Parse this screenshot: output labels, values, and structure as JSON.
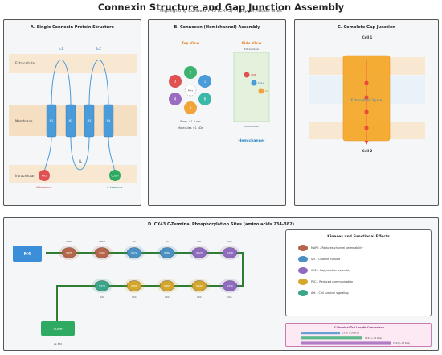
{
  "header": {
    "title": "Connexin Structure and Gap Junction Assembly",
    "subtitle": "Highlighting Connexin-43 (CX43) Phosphorylation Sites"
  },
  "panel_a": {
    "title": "A. Single Connexin Protein Structure",
    "extracellular": "Extracellular",
    "membrane": "Membrane",
    "intracellular": "Intracellular",
    "e1": "E1",
    "e2": "E2",
    "il": "IL",
    "helices": [
      "M1",
      "M2",
      "M3",
      "M4"
    ],
    "n_term": "N-terminus",
    "c_term": "C-terminus",
    "nh2": "NH2",
    "cooh": "COOH",
    "colors": {
      "helix": "#4a9bd9",
      "n_term": "#e05252",
      "c_term": "#2eaa63",
      "band_extra": "#f8e8d2",
      "band_membrane": "#f5dfc2"
    }
  },
  "panel_b": {
    "title": "B. Connexon (Hemichannel) Assembly",
    "top_view": "Top View",
    "side_view": "Side View",
    "subunits": [
      "1",
      "2",
      "3",
      "4",
      "5",
      "6"
    ],
    "pore": "Pore",
    "pore_size": "Pore: ~1.5 nm",
    "molecules": "Molecules <1 kDa",
    "side_extracellular": "Extracellular",
    "side_intracellular": "Intracellular",
    "ions": [
      "cAMP",
      "Ca2+",
      "K+"
    ],
    "hemichannel": "Hemichannel",
    "colors": {
      "heading": "#e67e22",
      "hemichannel": "#2e86c1"
    }
  },
  "panel_c": {
    "title": "C. Complete Gap Junction",
    "cell1": "Cell 1",
    "cell2": "Cell 2",
    "space": "Extracellular Space",
    "colors": {
      "channel": "#f5a623",
      "flow": "#e74c3c"
    }
  },
  "panel_d": {
    "title": "D. CX43 C-Terminal Phosphorylation Sites (amino acids 234–382)",
    "m4": "M4",
    "cooh": "COOH",
    "cooh_note": "aa 382",
    "top_sites": [
      {
        "site": "S255",
        "kinase": "MAPK",
        "color": "#b5654a"
      },
      {
        "site": "S262",
        "kinase": "MAPK",
        "color": "#b5654a"
      },
      {
        "site": "S279",
        "kinase": "Src",
        "color": "#4a90c2"
      },
      {
        "site": "S282",
        "kinase": "Src",
        "color": "#4a90c2"
      },
      {
        "site": "S325",
        "kinase": "CK1",
        "color": "#8e6bbf"
      },
      {
        "site": "S328",
        "kinase": "CK1",
        "color": "#8e6bbf"
      }
    ],
    "bottom_sites": [
      {
        "site": "S373",
        "kinase": "Akt",
        "color": "#3aa58a"
      },
      {
        "site": "S368",
        "kinase": "PKC",
        "color": "#d4a72c"
      },
      {
        "site": "S365",
        "kinase": "PKC",
        "color": "#d4a72c"
      },
      {
        "site": "S342",
        "kinase": "PKC",
        "color": "#d4a72c"
      },
      {
        "site": "S330",
        "kinase": "CK1",
        "color": "#8e6bbf"
      }
    ],
    "legend": {
      "title": "Kinases and Functional Effects",
      "items": [
        {
          "text": "MAPK – Reduces channel permeability",
          "color": "#b5654a"
        },
        {
          "text": "Src – Channel closure",
          "color": "#4a90c2"
        },
        {
          "text": "CK1 – Gap junction assembly",
          "color": "#8e6bbf"
        },
        {
          "text": "PKC – Reduced communication",
          "color": "#d4a72c"
        },
        {
          "text": "Akt – Cell survival signaling",
          "color": "#3aa58a"
        }
      ]
    },
    "tail": {
      "title": "C-Terminal Tail Length Comparison",
      "bars": [
        {
          "label": "CX26 (~26 kDa)",
          "fraction": 0.35,
          "color": "#6a9fd4"
        },
        {
          "label": "CX32 (~32 kDa)",
          "fraction": 0.55,
          "color": "#5cb88a"
        },
        {
          "label": "CX43 (~43 kDa)",
          "fraction": 0.8,
          "color": "#b07cc6"
        }
      ]
    },
    "colors": {
      "path": "#2e7d32",
      "m4": "#3a8fd8",
      "cooh": "#2eaa63"
    }
  }
}
